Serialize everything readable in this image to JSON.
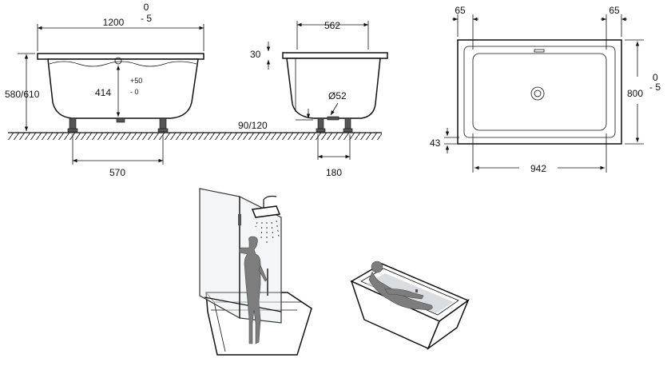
{
  "dimensions": {
    "front_width": "1200",
    "front_width_tol_upper": "0",
    "front_width_tol_lower": "- 5",
    "total_height": "580/610",
    "tub_depth": "414",
    "tub_depth_tol_upper": "+50",
    "tub_depth_tol_lower": "- 0",
    "leg_spacing_front": "570",
    "side_width": "562",
    "rim_height": "30",
    "drain_diameter": "Ø52",
    "feet_height": "90/120",
    "leg_spacing_side": "180",
    "top_rim_left": "65",
    "top_rim_right": "65",
    "top_length": "800",
    "top_length_tol_upper": "0",
    "top_length_tol_lower": "- 5",
    "top_inner_width": "942",
    "top_rim_bottom": "43"
  }
}
